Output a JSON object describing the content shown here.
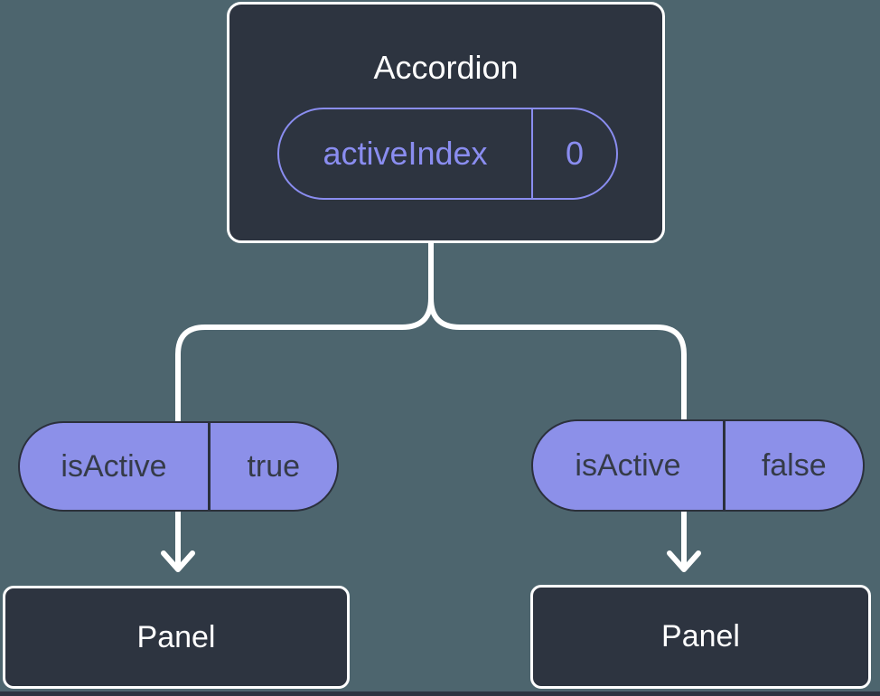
{
  "tree": {
    "root": {
      "title": "Accordion",
      "state_pill": {
        "name": "activeIndex",
        "value": "0"
      }
    },
    "children": [
      {
        "prop_pill": {
          "name": "isActive",
          "value": "true"
        },
        "node": {
          "title": "Panel"
        }
      },
      {
        "prop_pill": {
          "name": "isActive",
          "value": "false"
        },
        "node": {
          "title": "Panel"
        }
      }
    ]
  },
  "colors": {
    "background": "#4D656E",
    "node_fill": "#2D3440",
    "node_border": "#FFFFFF",
    "accent_purple": "#8A8DF0",
    "prop_pill_fill": "#8C90E9",
    "prop_pill_border": "#2B303C",
    "prop_pill_text": "#353B48",
    "connector": "#FFFFFF",
    "title_text": "#FFFFFF"
  }
}
